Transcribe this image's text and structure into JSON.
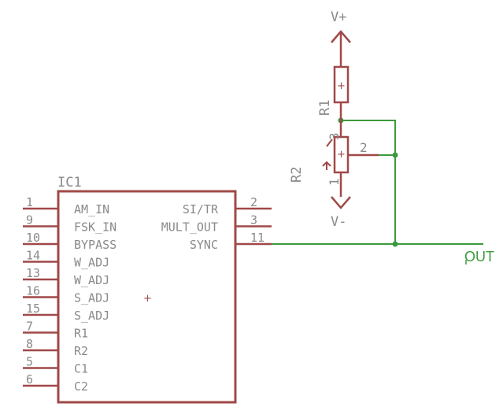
{
  "ic": {
    "name": "IC1",
    "left_pins": [
      {
        "num": "1",
        "label": "AM_IN"
      },
      {
        "num": "9",
        "label": "FSK_IN"
      },
      {
        "num": "10",
        "label": "BYPASS"
      },
      {
        "num": "14",
        "label": "W_ADJ"
      },
      {
        "num": "13",
        "label": "W_ADJ"
      },
      {
        "num": "16",
        "label": "S_ADJ"
      },
      {
        "num": "15",
        "label": "S_ADJ"
      },
      {
        "num": "7",
        "label": "R1"
      },
      {
        "num": "8",
        "label": "R2"
      },
      {
        "num": "5",
        "label": "C1"
      },
      {
        "num": "6",
        "label": "C2"
      }
    ],
    "right_pins": [
      {
        "num": "2",
        "label": "SI/TR"
      },
      {
        "num": "3",
        "label": "MULT_OUT"
      },
      {
        "num": "11",
        "label": "SYNC"
      }
    ],
    "origin_mark": "+"
  },
  "r1": {
    "name": "R1",
    "mark": "+"
  },
  "r2": {
    "name": "R2",
    "mark": "+",
    "pin_1": "1",
    "pin_2": "2",
    "pin_3": "3"
  },
  "supply": {
    "top": "V+",
    "bottom": "V-"
  },
  "net_label": "OUT",
  "colors": {
    "symbol": "#a04848",
    "net": "#3c9a3c",
    "text": "#8a8a8a"
  }
}
